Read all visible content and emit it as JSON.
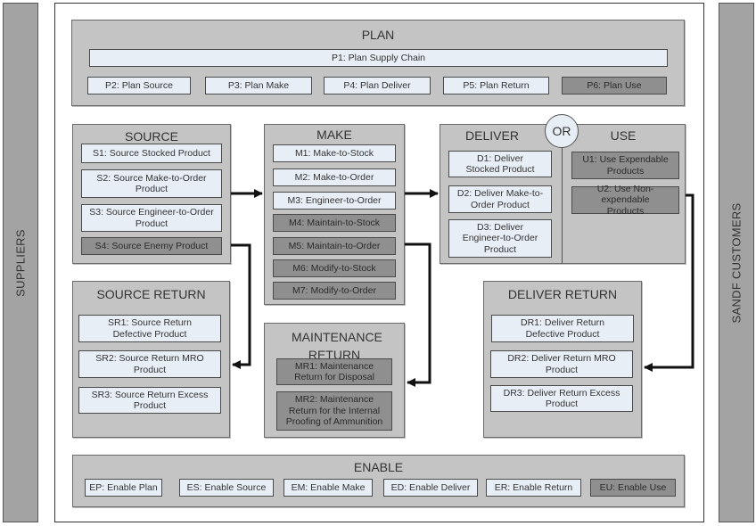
{
  "sides": {
    "left": "SUPPLIERS",
    "right": "SANDF CUSTOMERS"
  },
  "plan": {
    "title": "PLAN",
    "p1": "P1: Plan Supply Chain",
    "items": [
      {
        "label": "P2: Plan Source",
        "style": "light"
      },
      {
        "label": "P3: Plan Make",
        "style": "light"
      },
      {
        "label": "P4: Plan Deliver",
        "style": "light"
      },
      {
        "label": "P5: Plan Return",
        "style": "light"
      },
      {
        "label": "P6: Plan Use",
        "style": "dark"
      }
    ]
  },
  "source": {
    "title": "SOURCE",
    "items": [
      {
        "label": "S1: Source Stocked Product",
        "style": "light"
      },
      {
        "label": "S2: Source Make-to-Order Product",
        "style": "light"
      },
      {
        "label": "S3: Source Engineer-to-Order Product",
        "style": "light"
      },
      {
        "label": "S4: Source Enemy Product",
        "style": "dark"
      }
    ]
  },
  "make": {
    "title": "MAKE",
    "items": [
      {
        "label": "M1: Make-to-Stock",
        "style": "light"
      },
      {
        "label": "M2: Make-to-Order",
        "style": "light"
      },
      {
        "label": "M3: Engineer-to-Order",
        "style": "light"
      },
      {
        "label": "M4: Maintain-to-Stock",
        "style": "dark"
      },
      {
        "label": "M5: Maintain-to-Order",
        "style": "dark"
      },
      {
        "label": "M6: Modify-to-Stock",
        "style": "dark"
      },
      {
        "label": "M7: Modify-to-Order",
        "style": "dark"
      }
    ]
  },
  "deliver": {
    "title": "DELIVER",
    "items": [
      {
        "label": "D1: Deliver Stocked Product",
        "style": "light"
      },
      {
        "label": "D2: Deliver Make-to-Order Product",
        "style": "light"
      },
      {
        "label": "D3: Deliver Engineer-to-Order Product",
        "style": "light"
      }
    ]
  },
  "or_label": "OR",
  "use": {
    "title": "USE",
    "items": [
      {
        "label": "U1: Use Expendable Products",
        "style": "dark"
      },
      {
        "label": "U2: Use Non-expendable Products",
        "style": "dark"
      }
    ]
  },
  "source_return": {
    "title": "SOURCE RETURN",
    "items": [
      {
        "label": "SR1: Source Return Defective Product",
        "style": "light"
      },
      {
        "label": "SR2: Source Return MRO Product",
        "style": "light"
      },
      {
        "label": "SR3: Source Return Excess Product",
        "style": "light"
      }
    ]
  },
  "maintenance_return": {
    "title": "MAINTENANCE RETURN",
    "items": [
      {
        "label": "MR1: Maintenance Return for Disposal",
        "style": "dark"
      },
      {
        "label": "MR2: Maintenance Return for the Internal Proofing of Ammunition",
        "style": "dark"
      }
    ]
  },
  "deliver_return": {
    "title": "DELIVER RETURN",
    "items": [
      {
        "label": "DR1: Deliver Return Defective Product",
        "style": "light"
      },
      {
        "label": "DR2: Deliver Return MRO Product",
        "style": "light"
      },
      {
        "label": "DR3: Deliver Return Excess Product",
        "style": "light"
      }
    ]
  },
  "enable": {
    "title": "ENABLE",
    "items": [
      {
        "label": "EP: Enable Plan",
        "style": "light"
      },
      {
        "label": "ES: Enable Source",
        "style": "light"
      },
      {
        "label": "EM: Enable Make",
        "style": "light"
      },
      {
        "label": "ED: Enable Deliver",
        "style": "light"
      },
      {
        "label": "ER: Enable Return",
        "style": "light"
      },
      {
        "label": "EU: Enable Use",
        "style": "dark"
      }
    ]
  },
  "colors": {
    "light_box": "#e8eef6",
    "dark_box": "#8f8f8f",
    "panel": "#c4c4c4",
    "side_bar": "#a3a3a3"
  }
}
